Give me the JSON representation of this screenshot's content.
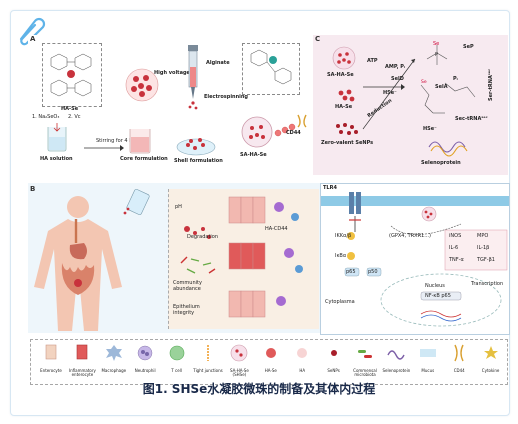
{
  "caption": "图1. SHSe水凝胶微珠的制备及其体内过程",
  "panels": {
    "A": {
      "letter": "A",
      "has_label": "HA-Se",
      "step1": "1.  Na₂SeO₃",
      "step2": "2.  Vc",
      "ha_solution": "HA solution",
      "stirring": "Stirring for 4 h",
      "core": "Core formulation",
      "high_voltage": "High voltage",
      "alginate": "Alginate",
      "electrospinning": "Electrospinning",
      "shell": "Shell formulation",
      "product": "SA-HA-Se",
      "cd44": "CD44"
    },
    "B": {
      "letter": "B",
      "ph": "pH",
      "degradation": "Degradation",
      "ha_cd44": "HA-CD44",
      "community": "Community",
      "abundance": "abundance",
      "epithelium": "Epithelium",
      "integrity": "integrity"
    },
    "C": {
      "letter": "C",
      "sa_ha_se": "SA-HA-Se",
      "atp": "ATP",
      "amp": "AMP, Pᵢ",
      "seld": "SelD",
      "hse": "HSe⁻",
      "reduction": "Reduction",
      "zero": "Zero-valent SeNPs",
      "sela": "SelA",
      "pi": "Pᵢ",
      "sep": "SeP",
      "ser_trna": "Ser-tRNAˢᵉᶜ",
      "sec_trna": "Sec-tRNAˢᵉᶜ",
      "hse2": "HSe⁻",
      "selenoprotein": "Selenoprotein"
    },
    "D": {
      "tlr4": "TLR4",
      "ikk": "IKKα/β",
      "ikba": "IκBα",
      "p65": "p65",
      "p50": "p50",
      "gpx": "(GPX4, TRXR1...)",
      "cytoplasma": "Cytoplasma",
      "nucleus": "Nucleus",
      "nfkb": "NF-κB p65",
      "transcription": "Transcription",
      "inos": "iNOS",
      "il6": "IL-6",
      "tnfa": "TNF-α",
      "mpo": "MPO",
      "il1b": "IL-1β",
      "tgfb": "TGF-β1"
    }
  },
  "legend": [
    {
      "icon": "enterocyte-icon",
      "label": "Enterocyte"
    },
    {
      "icon": "inflammatory-enterocyte-icon",
      "label": "Inflammatory enterocyte"
    },
    {
      "icon": "macrophage-icon",
      "label": "Macrophage"
    },
    {
      "icon": "neutrophil-icon",
      "label": "Neutrophil"
    },
    {
      "icon": "t-cell-icon",
      "label": "T cell"
    },
    {
      "icon": "tight-junctions-icon",
      "label": "Tight junctions"
    },
    {
      "icon": "shse-icon",
      "label": "SA-HA-Se (SHSe)"
    },
    {
      "icon": "ha-se-icon",
      "label": "HA-Se"
    },
    {
      "icon": "ha-icon",
      "label": "HA"
    },
    {
      "icon": "senps-icon",
      "label": "SeNPs"
    },
    {
      "icon": "commensal-microbiota-icon",
      "label": "Commensal microbiota"
    },
    {
      "icon": "selenoprotein-icon",
      "label": "Selenoprotein"
    },
    {
      "icon": "mucus-icon",
      "label": "Mucus"
    },
    {
      "icon": "cd44-icon",
      "label": "CD44"
    },
    {
      "icon": "cytokine-icon",
      "label": "Cytokine"
    }
  ],
  "colors": {
    "frame_border": "#d7e7f3",
    "se_red": "#c8323c",
    "ha_teal": "#2aa198",
    "cell_pink": "#f2b8b0",
    "membrane_blue": "#8ecae6",
    "caption": "#1a2a4a"
  }
}
